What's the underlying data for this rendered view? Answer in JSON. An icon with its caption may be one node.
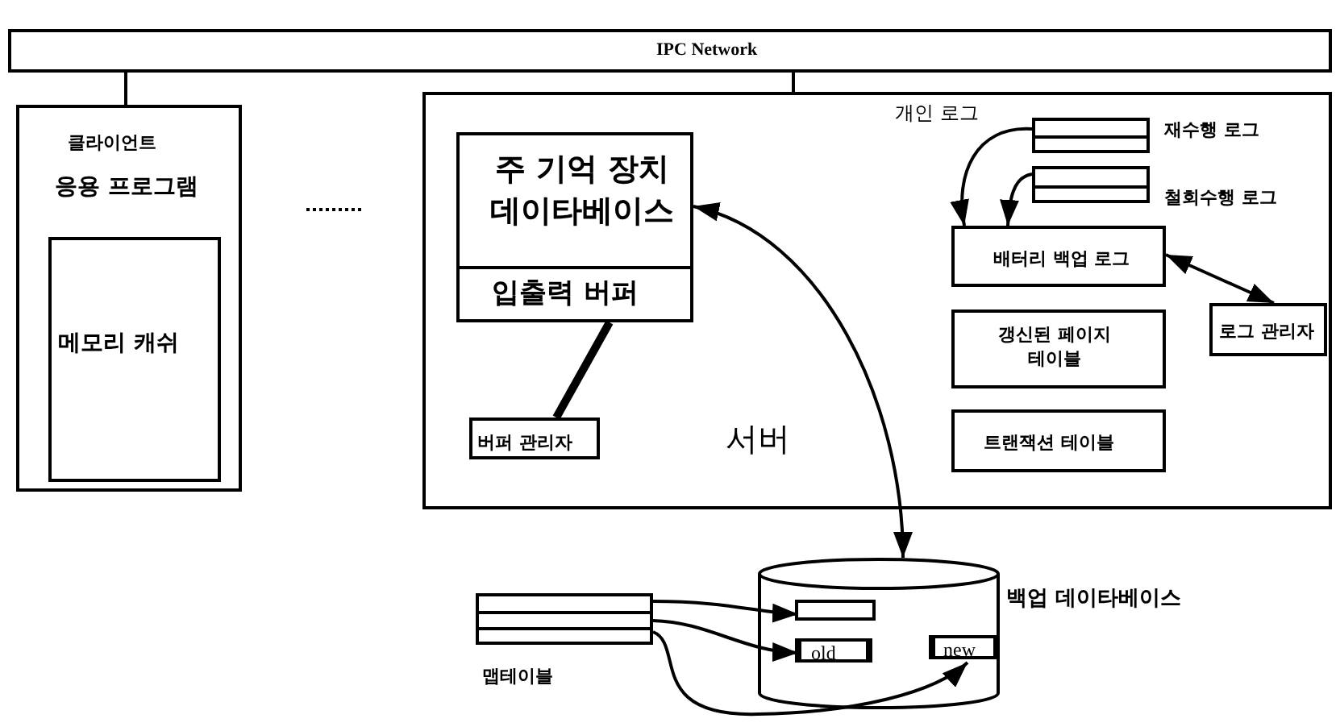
{
  "diagram": {
    "nodes": [
      {
        "text": [
          "IPC Network"
        ]
      },
      {
        "text": [
          "클라이언트",
          "응용 프로그램"
        ]
      },
      {
        "text": [
          "메모리 캐쉬"
        ],
        "in": 1
      },
      {
        "text": [
          "서버"
        ]
      },
      {
        "text": [
          "주 기억 장치 데이타베이스"
        ],
        "in": 3
      },
      {
        "text": [
          "입출력 버퍼"
        ],
        "in": 4
      },
      {
        "text": [
          "버퍼 관리자"
        ],
        "in": 3
      },
      {
        "text": [],
        "shape": "bar",
        "in": 3,
        "beside": [
          "재수행 로그"
        ]
      },
      {
        "text": [],
        "shape": "bar",
        "in": 3,
        "beside": [
          "철회수행 로그"
        ]
      },
      {
        "text": [
          "배터리 백업 로그"
        ],
        "in": 3
      },
      {
        "text": [
          "갱신된 페이지 테이블"
        ],
        "in": 3
      },
      {
        "text": [
          "트랜잭션 테이블"
        ],
        "in": 3
      },
      {
        "text": [
          "로그 관리자"
        ],
        "in": 3
      },
      {
        "text": [],
        "shape": "cylinder",
        "beside": [
          "백업 데이타베이스"
        ]
      },
      {
        "text": [],
        "shape": "box",
        "in": 13
      },
      {
        "text": [
          "old"
        ],
        "in": 13
      },
      {
        "text": [
          "new"
        ],
        "in": 13
      },
      {
        "text": [],
        "shape": "bar",
        "beside": [
          "맵테이블"
        ]
      }
    ],
    "edges": [
      {
        "from": 0,
        "to": 1,
        "arrow": "none"
      },
      {
        "from": 0,
        "to": 3,
        "arrow": "none"
      },
      {
        "from": 7,
        "to": 9,
        "arrow": "to"
      },
      {
        "from": 8,
        "to": 9,
        "arrow": "to"
      },
      {
        "from": 9,
        "to": 12,
        "arrow": "both"
      },
      {
        "from": 13,
        "to": 4,
        "arrow": "both"
      },
      {
        "from": 5,
        "to": 6,
        "arrow": "none",
        "style": "thick"
      },
      {
        "from": 17,
        "to": 14,
        "arrow": "to"
      },
      {
        "from": 17,
        "to": 15,
        "arrow": "to"
      },
      {
        "from": 17,
        "to": 16,
        "arrow": "to"
      }
    ],
    "labels": [
      "개인 로그"
    ]
  }
}
